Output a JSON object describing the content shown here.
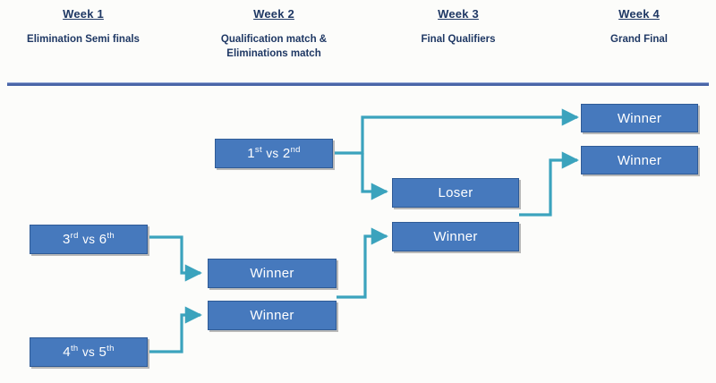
{
  "palette": {
    "background": "#fcfcfa",
    "box_fill": "#4679bd",
    "box_border": "#2f5b96",
    "box_text": "#ffffff",
    "header_text": "#1f3864",
    "divider": "#4a66a8",
    "connector": "#3ba3bd"
  },
  "header": {
    "columns": [
      {
        "title": "Week 1",
        "subtitle": "Elimination Semi finals"
      },
      {
        "title": "Week 2",
        "subtitle": "Qualification match &\nEliminations match"
      },
      {
        "title": "Week 3",
        "subtitle": "Final Qualifiers"
      },
      {
        "title": "Week 4",
        "subtitle": "Grand Final"
      }
    ]
  },
  "bracket": {
    "nodes": [
      {
        "id": "w1-a",
        "column": 1,
        "text_html": "3<sup>rd</sup> <span class=\"vs\">vs</span> 6<sup>th</sup>",
        "text": "3rd vs 6th"
      },
      {
        "id": "w1-b",
        "column": 1,
        "text_html": "4<sup>th</sup> <span class=\"vs\">vs</span> 5<sup>th</sup>",
        "text": "4th vs 5th"
      },
      {
        "id": "w2-a",
        "column": 2,
        "text_html": "1<sup>st</sup> <span class=\"vs\">vs</span> 2<sup>nd</sup>",
        "text": "1st vs 2nd"
      },
      {
        "id": "w2-b",
        "column": 2,
        "text_html": "Winner",
        "text": "Winner"
      },
      {
        "id": "w2-c",
        "column": 2,
        "text_html": "Winner",
        "text": "Winner"
      },
      {
        "id": "w3-a",
        "column": 3,
        "text_html": "Loser",
        "text": "Loser"
      },
      {
        "id": "w3-b",
        "column": 3,
        "text_html": "Winner",
        "text": "Winner"
      },
      {
        "id": "w4-a",
        "column": 4,
        "text_html": "Winner",
        "text": "Winner"
      },
      {
        "id": "w4-b",
        "column": 4,
        "text_html": "Winner",
        "text": "Winner"
      }
    ],
    "edges": [
      {
        "from": "w1-a",
        "to": "w2-b"
      },
      {
        "from": "w1-b",
        "to": "w2-c"
      },
      {
        "from": "w2-a",
        "to": "w4-a"
      },
      {
        "from": "w2-a",
        "to": "w3-a"
      },
      {
        "from": "w2-b+w2-c",
        "to": "w3-b"
      },
      {
        "from": "w3-a+w3-b",
        "to": "w4-b"
      }
    ]
  }
}
